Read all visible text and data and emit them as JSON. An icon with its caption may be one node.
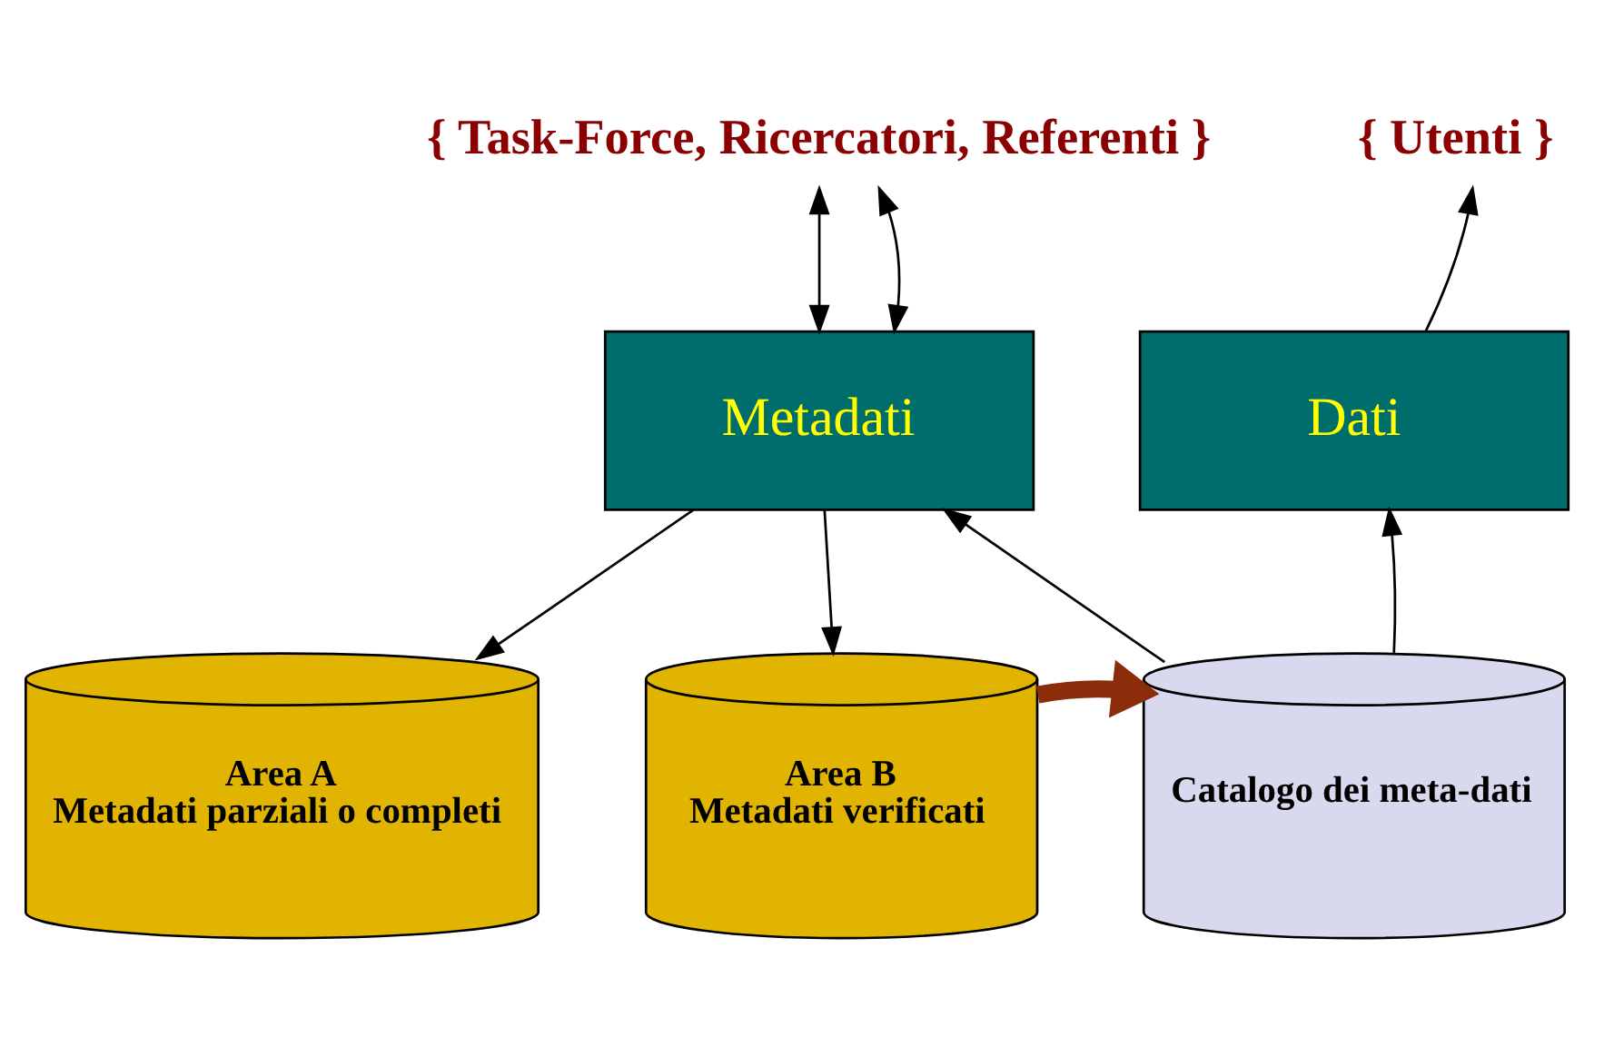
{
  "diagram": {
    "nodes": [
      {
        "text": [
          "{ Task-Force, Ricercatori, Referenti }"
        ]
      },
      {
        "text": [
          "{ Utenti }"
        ]
      },
      {
        "text": [
          "Metadati"
        ]
      },
      {
        "text": [
          "Dati"
        ]
      },
      {
        "text": [
          "Area A",
          "Metadati parziali o completi"
        ]
      },
      {
        "text": [
          "Area B",
          "Metadati verificati"
        ]
      },
      {
        "text": [
          "Catalogo dei meta-dati"
        ]
      }
    ],
    "edges": [
      {
        "from": 0,
        "to": 2,
        "arrow": "both"
      },
      {
        "from": 0,
        "to": 2,
        "arrow": "both"
      },
      {
        "from": 3,
        "to": 1,
        "arrow": "to"
      },
      {
        "from": 2,
        "to": 4,
        "arrow": "to"
      },
      {
        "from": 2,
        "to": 5,
        "arrow": "to"
      },
      {
        "from": 6,
        "to": 2,
        "arrow": "to"
      },
      {
        "from": 6,
        "to": 3,
        "arrow": "to"
      },
      {
        "from": 5,
        "to": 6,
        "arrow": "to",
        "style": "thick",
        "color": "#8b2c0a"
      }
    ]
  }
}
